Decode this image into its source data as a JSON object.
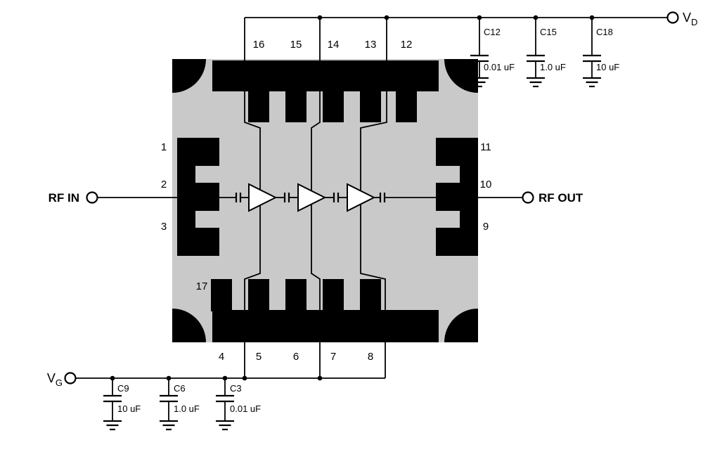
{
  "diagram": {
    "rf_in_label": "RF IN",
    "rf_out_label": "RF OUT",
    "vd": {
      "base": "V",
      "sub": "D"
    },
    "vg": {
      "base": "V",
      "sub": "G"
    },
    "pins": {
      "top": [
        "16",
        "15",
        "14",
        "13",
        "12"
      ],
      "bottom": [
        "4",
        "5",
        "6",
        "7",
        "8"
      ],
      "left": [
        "1",
        "2",
        "3"
      ],
      "right": [
        "11",
        "10",
        "9"
      ],
      "paddle": "17"
    },
    "vd_caps": [
      {
        "ref": "C12",
        "value": "0.01 uF"
      },
      {
        "ref": "C15",
        "value": "1.0 uF"
      },
      {
        "ref": "C18",
        "value": "10 uF"
      }
    ],
    "vg_caps": [
      {
        "ref": "C9",
        "value": "10 uF"
      },
      {
        "ref": "C6",
        "value": "1.0 uF"
      },
      {
        "ref": "C3",
        "value": "0.01 uF"
      }
    ],
    "colors": {
      "chip_fill": "#c9c9c9",
      "line": "#000000",
      "bg": "#ffffff"
    }
  }
}
